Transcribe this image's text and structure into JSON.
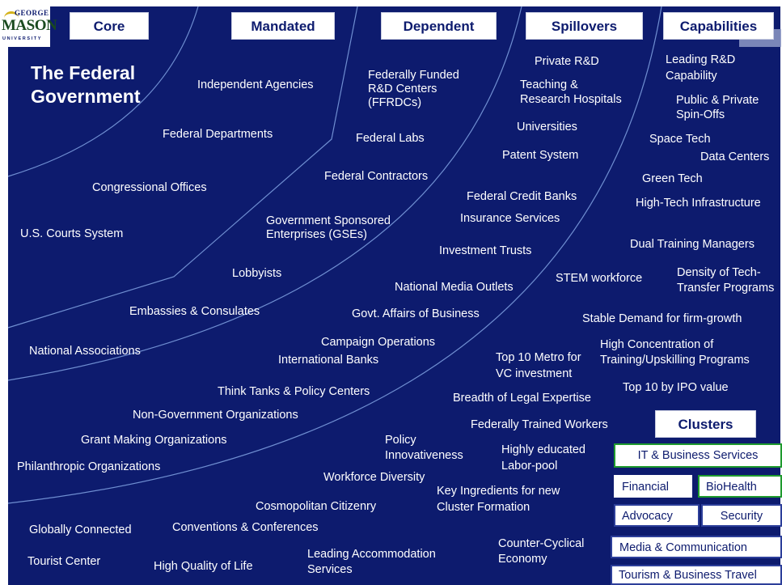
{
  "logo": {
    "line1": "GEORGE",
    "line2": "MASON",
    "line3": "UNIVERSITY"
  },
  "headers": {
    "core": "Core",
    "mandated": "Mandated",
    "dependent": "Dependent",
    "spillovers": "Spillovers",
    "capabilities": "Capabilities"
  },
  "title": {
    "line1": "The Federal",
    "line2": "Government"
  },
  "core": {
    "independent_agencies": "Independent Agencies",
    "federal_departments": "Federal Departments",
    "congressional_offices": "Congressional Offices",
    "courts": "U.S. Courts System"
  },
  "mandated": {
    "ffrdc_1": "Federally Funded",
    "ffrdc_2": "R&D Centers",
    "ffrdc_3": "(FFRDCs)",
    "federal_labs": "Federal Labs",
    "federal_contractors": "Federal Contractors",
    "gse_1": "Government Sponsored",
    "gse_2": "Enterprises (GSEs)",
    "lobbyists": "Lobbyists",
    "embassies": "Embassies & Consulates",
    "national_associations": "National Associations"
  },
  "dependent": {
    "private_rd": "Private R&D",
    "hospitals_1": "Teaching &",
    "hospitals_2": "Research Hospitals",
    "universities": "Universities",
    "patent_system": "Patent System",
    "credit_banks": "Federal Credit Banks",
    "insurance": "Insurance Services",
    "investment_trusts": "Investment Trusts",
    "media_outlets": "National Media Outlets",
    "govt_affairs": "Govt. Affairs of Business",
    "campaign_ops": "Campaign Operations",
    "intl_banks": "International Banks",
    "think_tanks": "Think Tanks & Policy Centers",
    "ngos": "Non-Government Organizations",
    "grant_making": "Grant Making Organizations",
    "philanthropic": "Philanthropic Organizations"
  },
  "spillovers": {
    "stem": "STEM workforce",
    "vc_1": "Top 10 Metro for",
    "vc_2": "VC investment",
    "legal": "Breadth of Legal Expertise",
    "trained_workers": "Federally Trained Workers",
    "policy_1": "Policy",
    "policy_2": "Innovativeness",
    "educated_1": "Highly educated",
    "educated_2": "Labor-pool",
    "diversity": "Workforce Diversity",
    "key_ingredients_1": "Key Ingredients for new",
    "key_ingredients_2": "Cluster Formation",
    "citizenry": "Cosmopolitan Citizenry",
    "globally": "Globally Connected",
    "conventions": "Conventions & Conferences",
    "tourist": "Tourist Center",
    "quality_life": "High Quality of Life",
    "accommodation_1": "Leading Accommodation",
    "accommodation_2": "Services",
    "counter_1": "Counter-Cyclical",
    "counter_2": "Economy"
  },
  "capabilities": {
    "leading_rd_1": "Leading R&D",
    "leading_rd_2": "Capability",
    "spinoffs_1": "Public & Private",
    "spinoffs_2": "Spin-Offs",
    "space_tech": "Space Tech",
    "data_centers": "Data Centers",
    "green_tech": "Green Tech",
    "infrastructure": "High-Tech Infrastructure",
    "dual_training": "Dual Training Managers",
    "density_1": "Density of Tech-",
    "density_2": "Transfer Programs",
    "stable_demand": "Stable Demand for firm-growth",
    "concentration_1": "High Concentration of",
    "concentration_2": "Training/Upskilling Programs",
    "ipo": "Top 10 by IPO value"
  },
  "clusters": {
    "title": "Clusters",
    "it_business": "IT & Business Services",
    "financial": "Financial",
    "biohealth": "BioHealth",
    "advocacy": "Advocacy",
    "security": "Security",
    "media": "Media & Communication",
    "tourism": "Tourism & Business Travel"
  },
  "colors": {
    "background": "#0d1b6e",
    "text": "#ffffff",
    "box_border": "#2d3f9a",
    "green_border": "#1f9a2e"
  }
}
